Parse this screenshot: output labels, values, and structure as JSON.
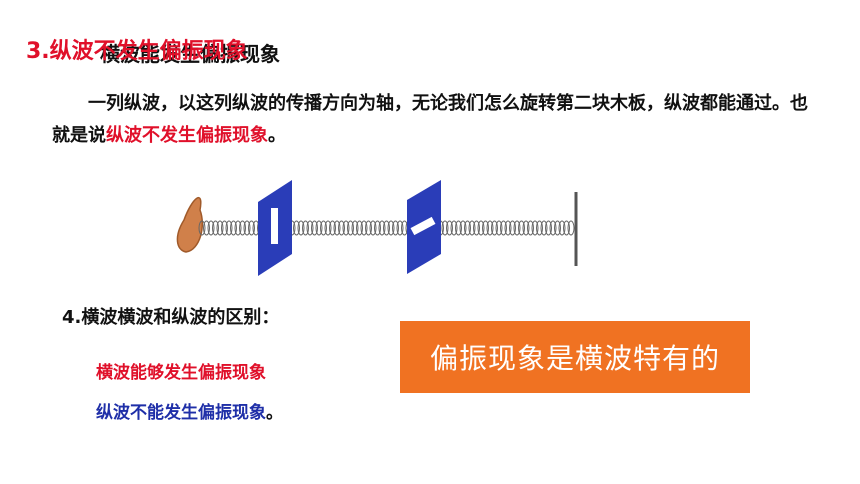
{
  "title": {
    "under": "横波能发生偏振现象",
    "top": "3.纵波不发生偏振现象"
  },
  "paragraph": {
    "before": "一列纵波，以这列纵波的传播方向为轴，无论我们怎么旋转第二块木板，纵波都能通过。也就是说",
    "highlight": "纵波不发生偏振现象",
    "after": "。"
  },
  "section_heading": "4.横波横波和纵波的区别：",
  "differences": {
    "transverse": "横波能够发生偏振现象",
    "longitudinal": "纵波不能发生偏振现象",
    "longitudinal_tail": "。"
  },
  "callout": "偏振现象是横波特有的",
  "colors": {
    "red": "#e0102a",
    "blue": "#1f2fa8",
    "orange": "#f07222",
    "plate": "#2a3db8"
  }
}
